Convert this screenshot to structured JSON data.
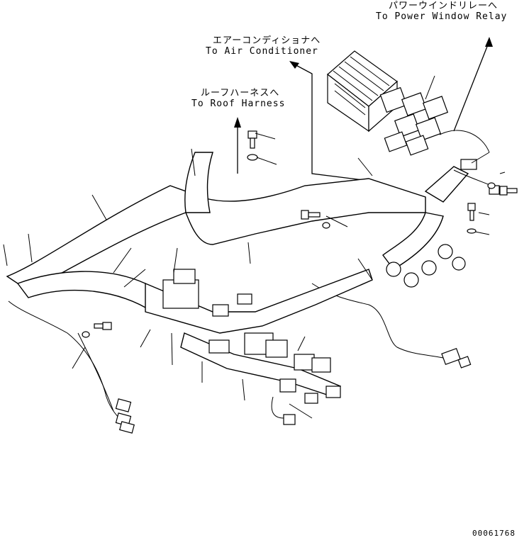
{
  "callouts": {
    "power_window": {
      "jp": "パワーウインドリレーへ",
      "en": "To Power Window Relay"
    },
    "air_conditioner": {
      "jp": "エアーコンディショナへ",
      "en": "To Air Conditioner"
    },
    "roof_harness": {
      "jp": "ルーフハーネスへ",
      "en": "To Roof Harness"
    }
  },
  "drawing_number": "00061768"
}
